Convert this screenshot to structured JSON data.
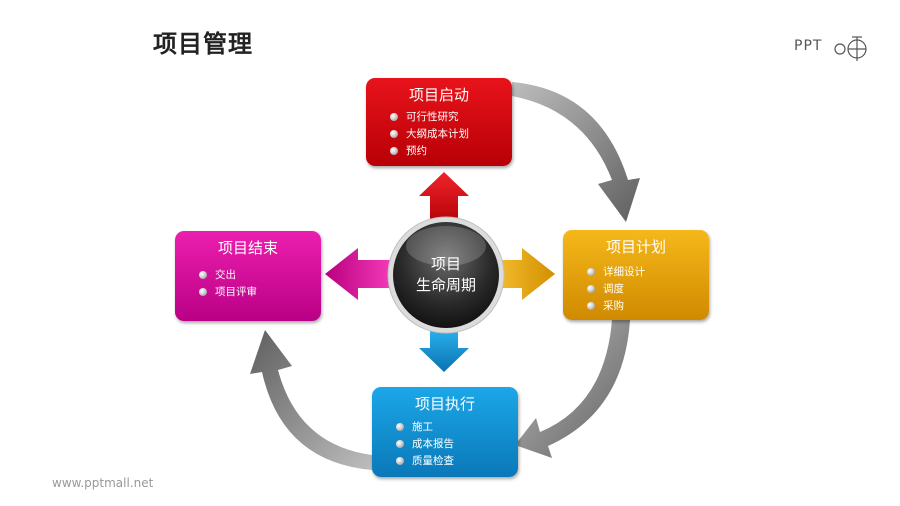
{
  "title": "项目管理",
  "logo_text": "PPT",
  "footer": "www.pptmall.net",
  "center": {
    "line1": "项目",
    "line2": "生命周期"
  },
  "stages": {
    "start": {
      "title": "项目启动",
      "color": "#d8090f",
      "items": [
        "可行性研究",
        "大纲成本计划",
        "预约"
      ]
    },
    "plan": {
      "title": "项目计划",
      "color": "#e9a20a",
      "items": [
        "详细设计",
        "调度",
        "采购"
      ]
    },
    "exec": {
      "title": "项目执行",
      "color": "#138fd2",
      "items": [
        "施工",
        "成本报告",
        "质量检查"
      ]
    },
    "end": {
      "title": "项目结束",
      "color": "#d40f9c",
      "items": [
        "交出",
        "项目评审"
      ]
    }
  },
  "icons": {
    "cycle_arrows": "curved-arrow-icon",
    "center_arrows": "straight-arrow-icon"
  }
}
